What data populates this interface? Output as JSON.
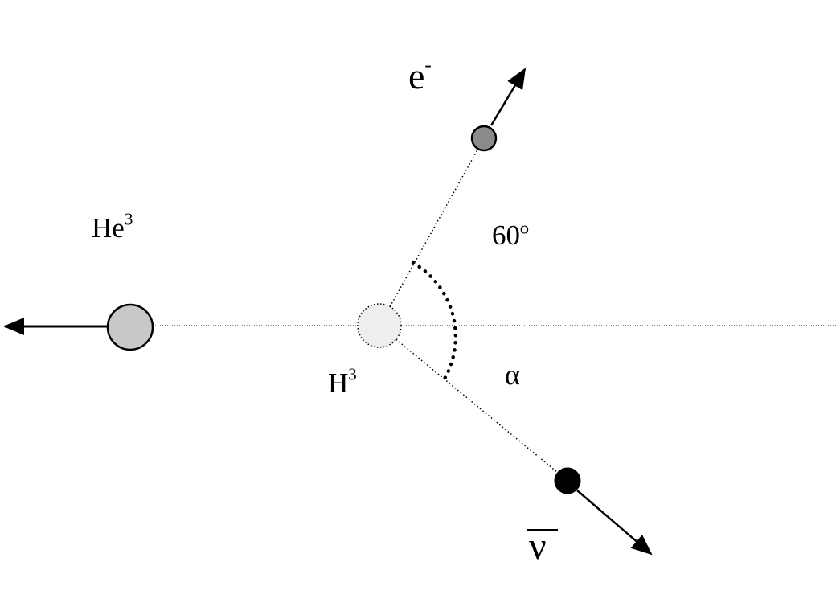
{
  "labels": {
    "helium": {
      "base": "He",
      "sup": "3"
    },
    "tritium": {
      "base": "H",
      "sup": "3"
    },
    "electron": {
      "base": "e",
      "sup": "-"
    },
    "angle_value": "60º",
    "angle_symbol": "α",
    "antineutrino": "ν"
  },
  "colors": {
    "helium_fill": "#c8c8c8",
    "tritium_fill": "#eeeeee",
    "electron_fill": "#8a8a8a",
    "antineutrino_fill": "#000000",
    "line": "#000000"
  }
}
